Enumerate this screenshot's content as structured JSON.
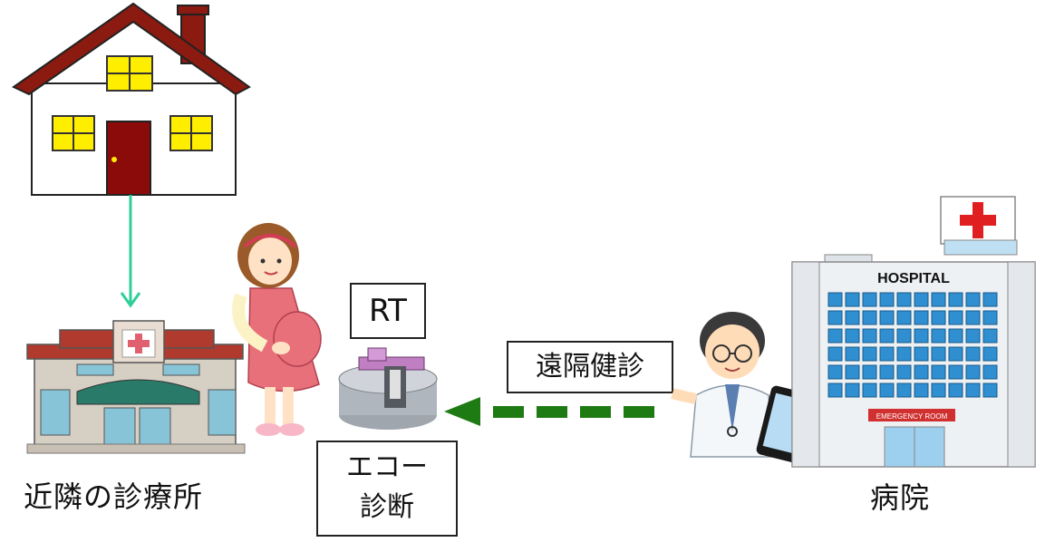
{
  "labels": {
    "clinic": "近隣の診療所",
    "hospital": "病院",
    "rt": "RT",
    "remote_checkup": "遠隔健診",
    "echo_line1": "エコー",
    "echo_line2": "診断",
    "hospital_sign": "HOSPITAL",
    "emergency_sign": "EMERGENCY ROOM"
  },
  "colors": {
    "home_arrow": "#2ecf9a",
    "remote_arrow": "#1e7a12",
    "house_roof": "#8b1a10",
    "window_yellow": "#ffee00",
    "hospital_blue": "#2f8fd0"
  }
}
